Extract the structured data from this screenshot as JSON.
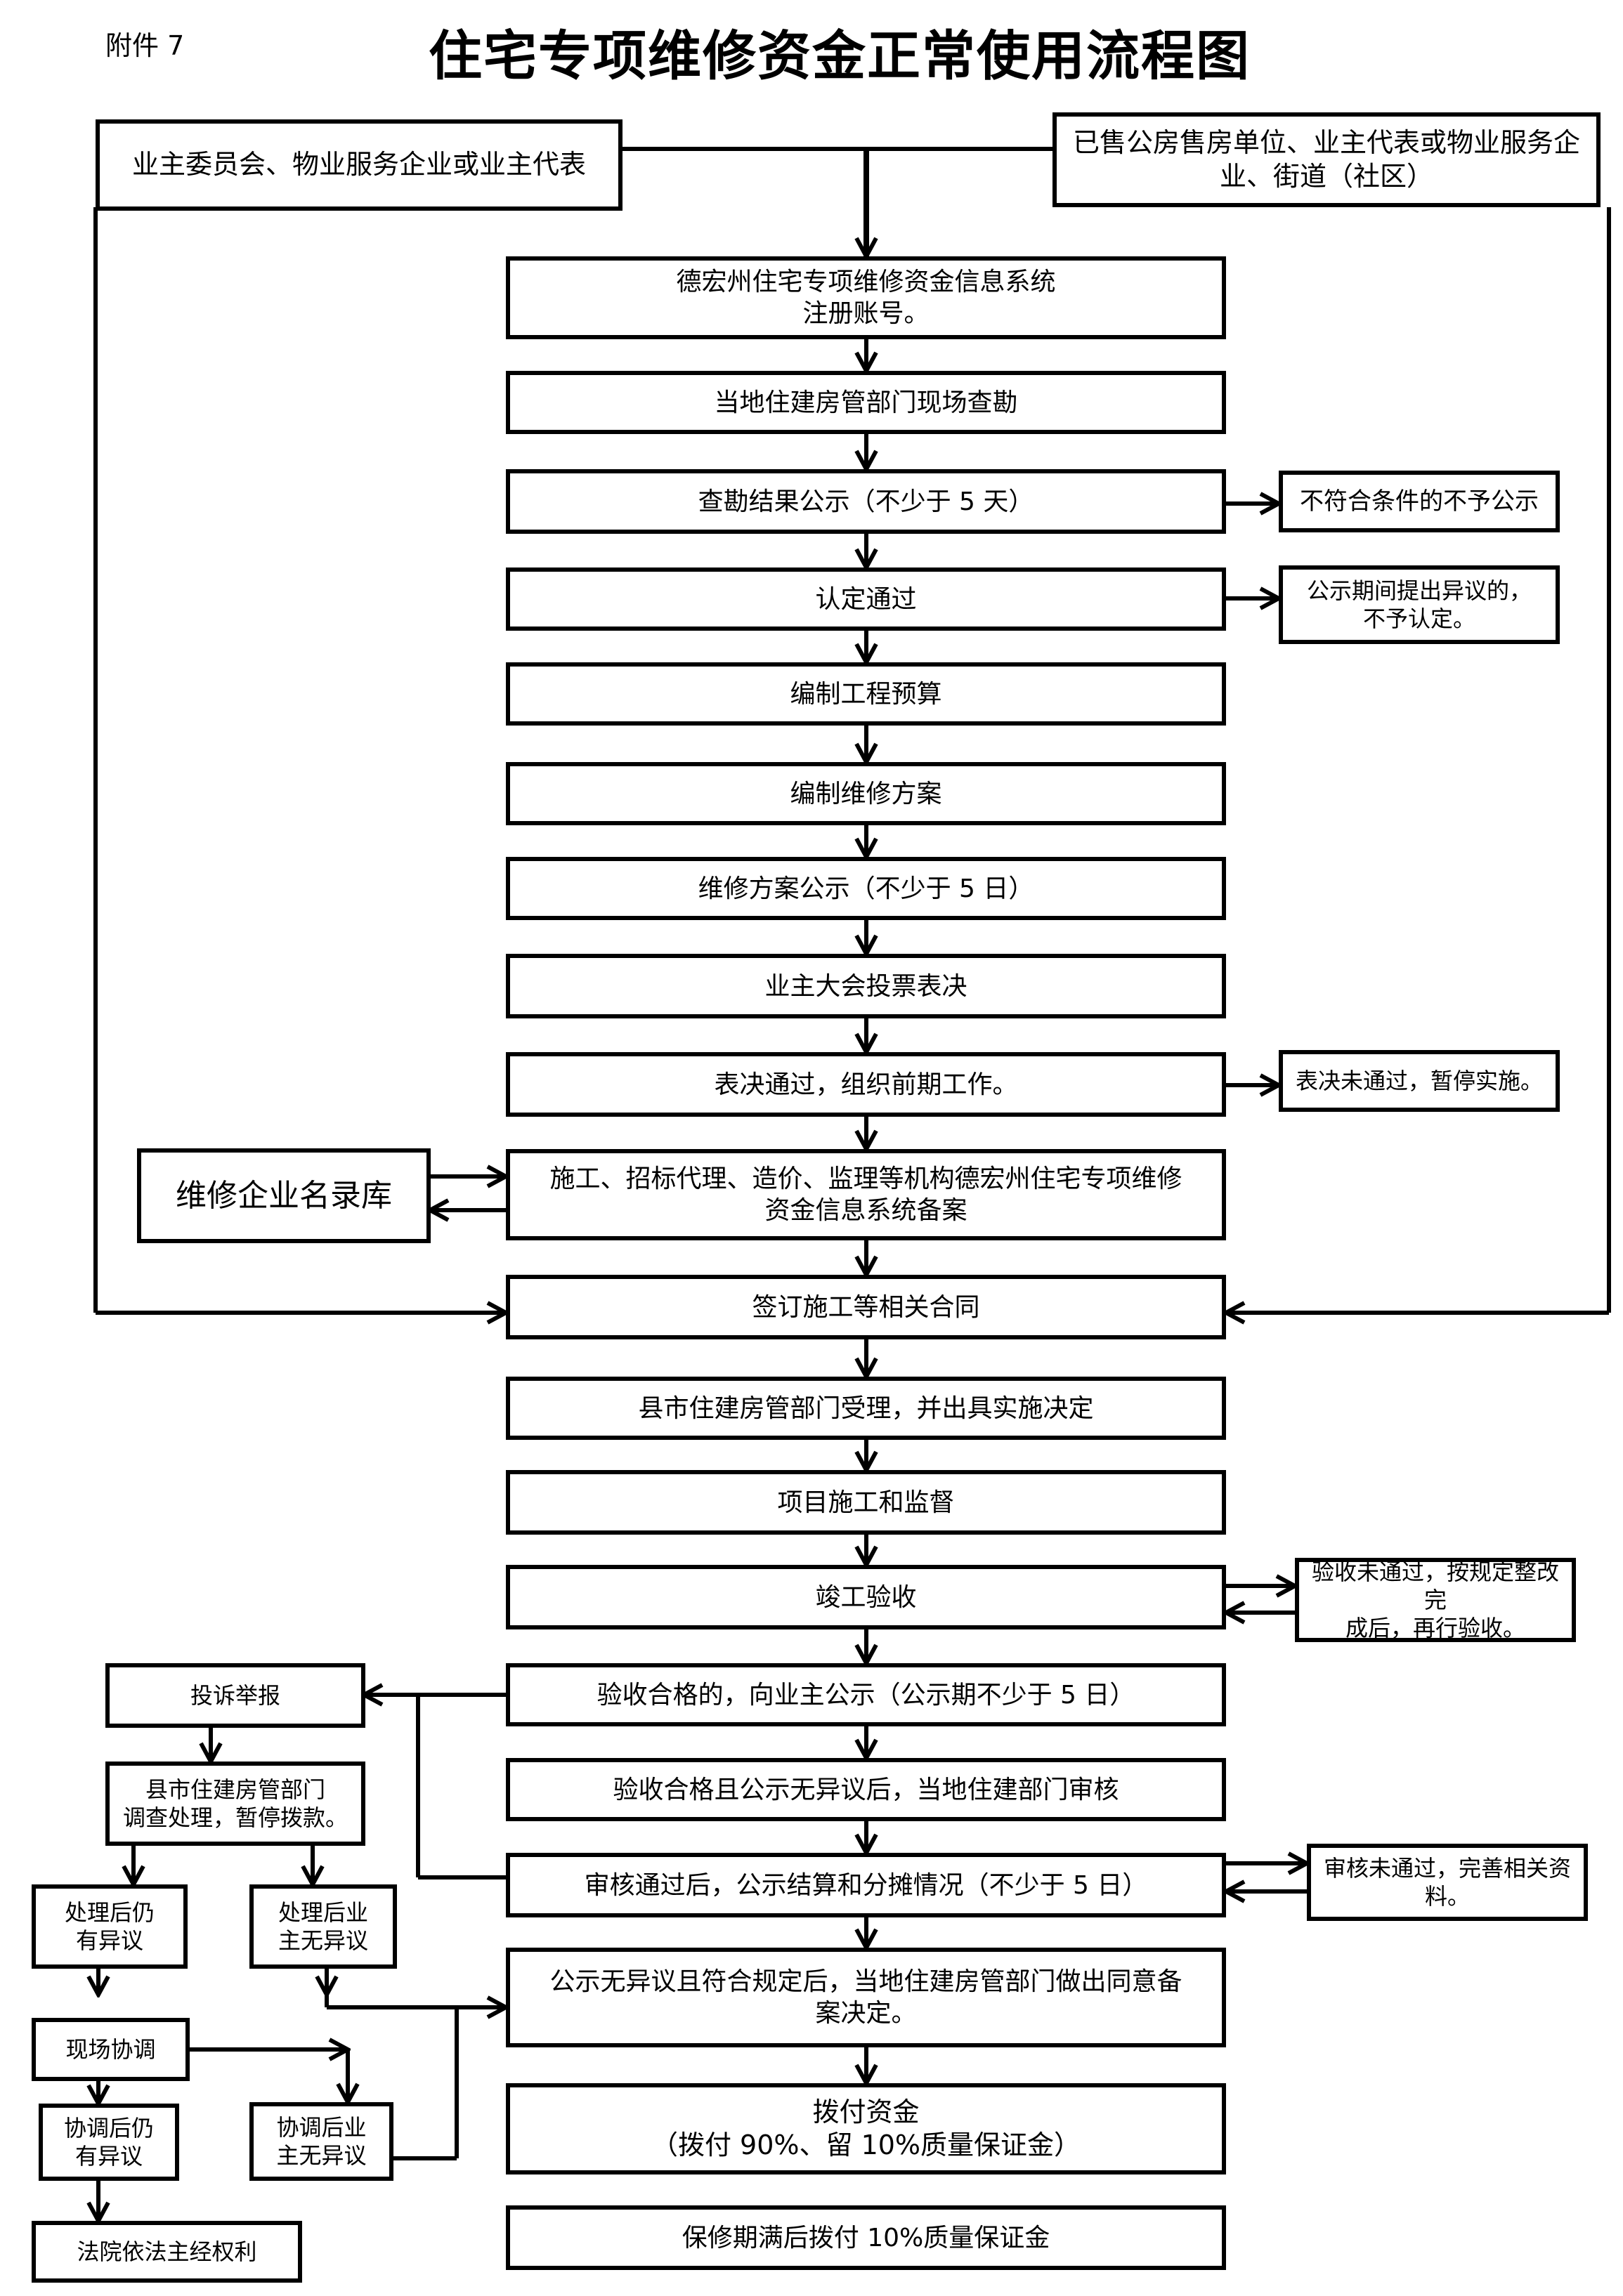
{
  "attachment_label": "附件 7",
  "title": "住宅专项维修资金正常使用流程图",
  "nodes": {
    "committee": "业主委员会、物业服务企业或业主代表",
    "sold_housing": "已售公房售房单位、业主代表或物业服务企业、街道（社区）",
    "register": [
      "德宏州住宅专项维修资金信息系统",
      "注册账号。"
    ],
    "survey": "当地住建房管部门现场查勘",
    "survey_publicity": "查勘结果公示（不少于 5 天）",
    "not_qualified": "不符合条件的不予公示",
    "approved": "认定通过",
    "objection_rejected": [
      "公示期间提出异议的，",
      "不予认定。"
    ],
    "budget": "编制工程预算",
    "plan": "编制维修方案",
    "plan_publicity": "维修方案公示（不少于 5 日）",
    "owner_vote": "业主大会投票表决",
    "vote_passed": "表决通过，组织前期工作。",
    "vote_failed": "表决未通过，暂停实施。",
    "enterprise_directory": "维修企业名录库",
    "filing": [
      "施工、招标代理、造价、监理等机构德宏州住宅专项维修",
      "资金信息系统备案"
    ],
    "contract": "签订施工等相关合同",
    "county_accept": "县市住建房管部门受理，并出具实施决定",
    "construction": "项目施工和监督",
    "completion": "竣工验收",
    "acceptance_failed": [
      "验收未通过，按规定整改完",
      "成后，再行验收。"
    ],
    "acceptance_publicity": "验收合格的，向业主公示（公示期不少于 5 日）",
    "audit": "验收合格且公示无异议后，当地住建部门审核",
    "settlement_publicity": "审核通过后，公示结算和分摊情况（不少于 5 日）",
    "audit_failed": [
      "审核未通过，完善相关资",
      "料。"
    ],
    "filing_decision": [
      "公示无异议且符合规定后，当地住建房管部门做出同意备",
      "案决定。"
    ],
    "disburse": [
      "拨付资金",
      "（拨付 90%、留 10%质量保证金）"
    ],
    "warranty_release": "保修期满后拨付 10%质量保证金",
    "complaint": "投诉举报",
    "investigate": [
      "县市住建房管部门",
      "调查处理，暂停拨款。"
    ],
    "still_objection": [
      "处理后仍",
      "有异议"
    ],
    "no_objection": [
      "处理后业",
      "主无异议"
    ],
    "onsite_mediation": "现场协调",
    "mediation_still_objection": [
      "协调后仍",
      "有异议"
    ],
    "mediation_no_objection": [
      "协调后业",
      "主无异议"
    ],
    "court": "法院依法主经权利"
  }
}
